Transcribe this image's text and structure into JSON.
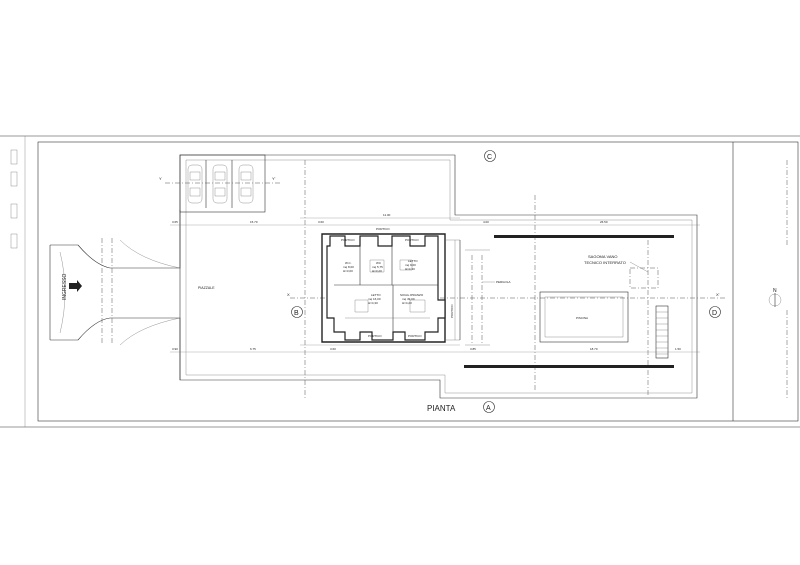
{
  "drawing": {
    "title": "PIANTA",
    "grid_markers": {
      "top": "C",
      "bottom": "A",
      "left": "B",
      "right": "D"
    },
    "section_marks": {
      "x_left": "X",
      "x_right": "X'",
      "y_left": "Y",
      "y_right": "Y'"
    },
    "entrance_label": "INGRESSO",
    "yard_label": "PIAZZALE",
    "pergola_label": "PERGOLA",
    "pool_label": "PISCINA",
    "underground_label_1": "SAGOMA VANO",
    "underground_label_2": "TECNICO INTERRATO",
    "north_label": "N",
    "rooms": {
      "portico_top_left": "PORTICO",
      "portico_top_center": "PORTICO",
      "portico_top_right": "PORTICO",
      "wc": "W.C.",
      "wc_dims": "mq 8,00",
      "wc_h": "H=3,00",
      "bagno": "WC",
      "bagno_dims": "mq 5,75",
      "bagno_h": "H=3,20",
      "letto_right": "LETTO",
      "letto_right_dims": "mq 9,00",
      "letto_right_h": "H=4,30",
      "letto_left": "LETTO",
      "letto_left_dims": "mq 16,00",
      "letto_left_h": "H=4,30",
      "soggiorno": "SOGG./PRANZO",
      "soggiorno_dims": "mq 49,00",
      "soggiorno_h": "H=4,20",
      "portico_bottom_left": "PORTICO",
      "portico_bottom_right": "PORTICO",
      "portico_side": "PORTICO"
    },
    "dimensions": {
      "d1": "3.65",
      "d2": "15.70",
      "d3": "3.60",
      "d4": "11.00",
      "d5": "26.50",
      "d6": "4.00",
      "d7": "3.90",
      "d8": "6.75",
      "d9": "3.60",
      "d10": "18.70",
      "d11": "3.85",
      "d12": "1.50"
    }
  }
}
